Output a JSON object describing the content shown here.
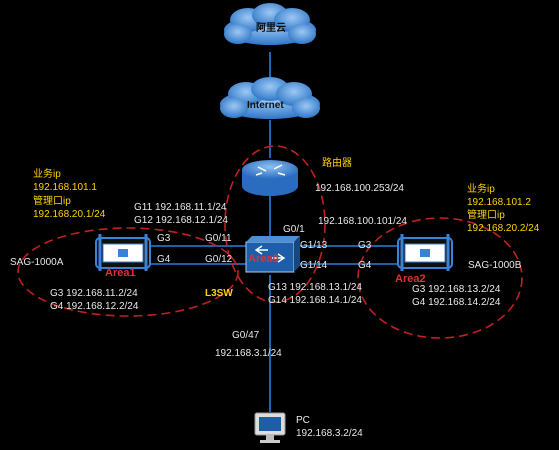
{
  "colors": {
    "background": "#000000",
    "link": "#2a7fd8",
    "area_boundary": "#c02020",
    "label": "#ffd200",
    "text": "#e8e8e8",
    "cloud": "#3b86d8"
  },
  "clouds": {
    "top": "阿里云",
    "internet": "Internet"
  },
  "router": {
    "label": "路由器",
    "ip": "192.168.100.253/24"
  },
  "switch": {
    "label": "L3SW",
    "area": "Area0",
    "g01": "G0/1",
    "g01_ip": "192.168.100.101/24",
    "g011": "G0/11",
    "g012": "G0/12",
    "g113": "G1/13",
    "g114": "G1/14",
    "g047": "G0/47",
    "g047_ip": "192.168.3.1/24"
  },
  "left_sw_ips": {
    "g11": "G11 192.168.11.1/24",
    "g12": "G12 192.168.12.1/24"
  },
  "right_sw_ips": {
    "g13": "G13 192.168.13.1/24",
    "g14": "G14 192.168.14.1/24"
  },
  "sag_a": {
    "name": "SAG-1000A",
    "area": "Area1",
    "biz_label": "业务ip",
    "biz_ip": "192.168.101.1",
    "mgmt_label": "管理口ip",
    "mgmt_ip": "192.168.20.1/24",
    "g3": "G3",
    "g4": "G4",
    "g3_ip": "G3 192.168.11.2/24",
    "g4_ip": "G4 192.168.12.2/24"
  },
  "sag_b": {
    "name": "SAG-1000B",
    "area": "Area2",
    "biz_label": "业务ip",
    "biz_ip": "192.168.101.2",
    "mgmt_label": "管理口ip",
    "mgmt_ip": "192.168.20.2/24",
    "g3": "G3",
    "g4": "G4",
    "g3_ip": "G3 192.168.13.2/24",
    "g4_ip": "G4 192.168.14.2/24"
  },
  "pc": {
    "name": "PC",
    "ip": "192.168.3.2/24"
  }
}
